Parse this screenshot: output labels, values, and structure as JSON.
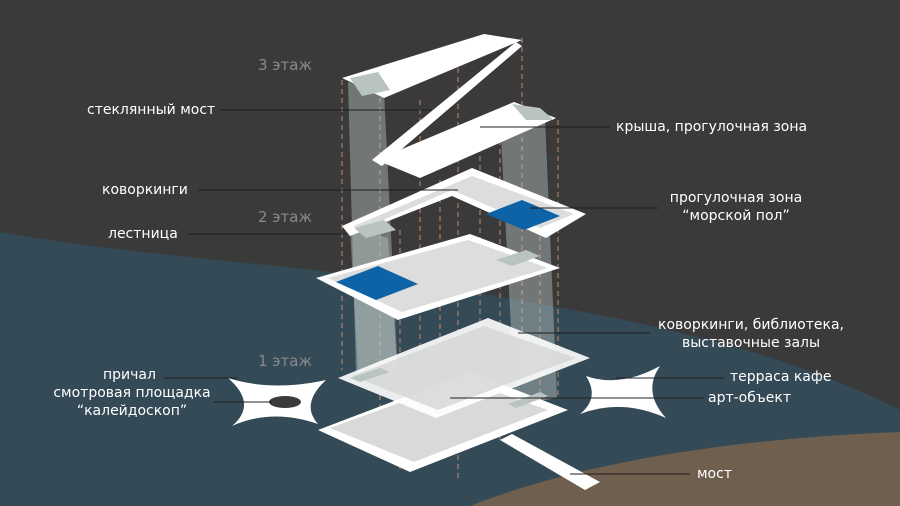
{
  "floors": {
    "floor3": "3 этаж",
    "floor2": "2 этаж",
    "floor1": "1 этаж"
  },
  "labels": {
    "glass_bridge": "стеклянный мост",
    "roof": "крыша, прогулочная зона",
    "coworking": "коворкинги",
    "walk_zone_line1": "прогулочная зона",
    "walk_zone_line2": "“морской пол”",
    "stairs": "лестница",
    "coworking_library_line1": "коворкинги, библиотека,",
    "coworking_library_line2": "выставочные залы",
    "pier": "причал",
    "viewpoint_line1": "смотровая площадка",
    "viewpoint_line2": "“калейдоскоп”",
    "cafe_terrace": "терраса кафе",
    "art_object": "арт-объект",
    "bridge": "мост"
  },
  "colors": {
    "background": "#3a3a3a",
    "water": "#344a56",
    "shore": "#6f5f4e",
    "slab": "#ffffff",
    "floor_fill": "#d9d9d9",
    "glass": "#b9c4c2",
    "blue_accent": "#0d63a6",
    "guide_dashed": "#c98b62"
  }
}
